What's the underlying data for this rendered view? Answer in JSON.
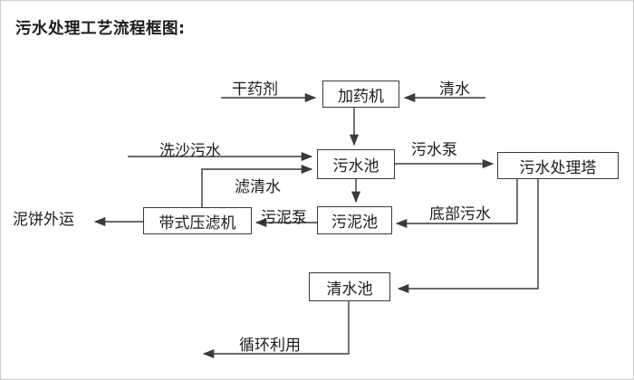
{
  "title": "污水处理工艺流程框图:",
  "nodes": {
    "doser": {
      "label": "加药机"
    },
    "sewage_pool": {
      "label": "污水池"
    },
    "treatment_tower": {
      "label": "污水处理塔"
    },
    "belt_filter_press": {
      "label": "带式压滤机"
    },
    "sludge_pool": {
      "label": "污泥池"
    },
    "clean_water_pool": {
      "label": "清水池"
    }
  },
  "edge_labels": {
    "dry_chemical": "干药剂",
    "clean_water": "清水",
    "sand_washing_sewage": "洗沙污水",
    "sewage_pump": "污水泵",
    "filtered_clean_water": "滤清水",
    "sludge_pump": "污泥泵",
    "bottom_sewage": "底部污水",
    "mud_cake_out": "泥饼外运",
    "recycle_reuse": "循环利用"
  },
  "colors": {
    "line": "#3a3a3a",
    "text": "#1c1c1c",
    "background": "#ffffff",
    "frame": "#cccccc"
  }
}
